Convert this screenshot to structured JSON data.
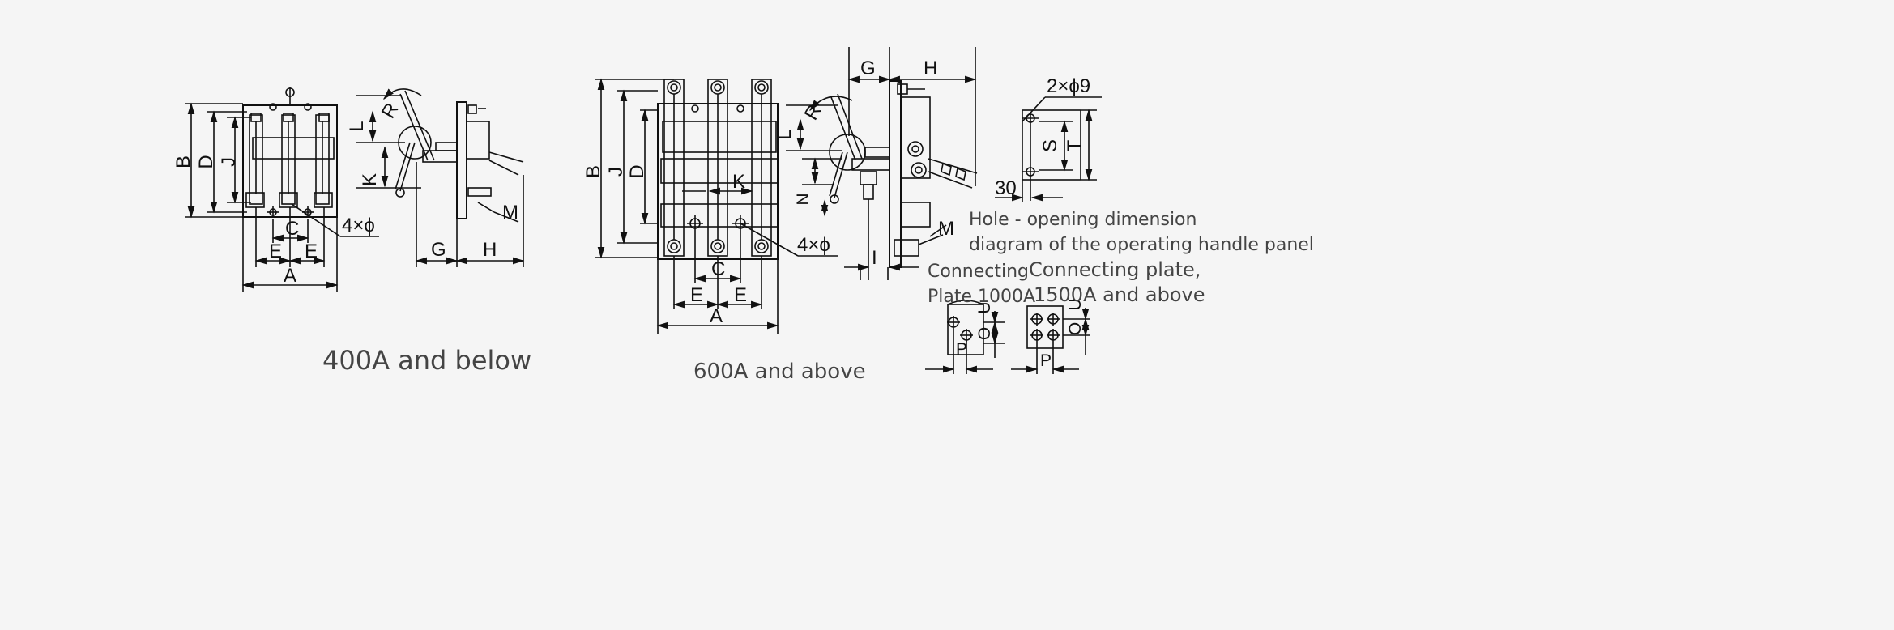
{
  "diagrams": {
    "small": {
      "caption": "400A and below",
      "labels": {
        "A": "A",
        "B": "B",
        "C": "C",
        "D": "D",
        "E1": "E",
        "E2": "E",
        "G": "G",
        "H": "H",
        "J": "J",
        "K": "K",
        "L": "L",
        "M": "M",
        "R": "R",
        "holes": "4×ϕ"
      }
    },
    "large": {
      "caption": "600A and above",
      "labels": {
        "A": "A",
        "B": "B",
        "C": "C",
        "D": "D",
        "E1": "E",
        "E2": "E",
        "G": "G",
        "H": "H",
        "I": "I",
        "J": "J",
        "K": "K",
        "L": "L",
        "M": "M",
        "N": "N",
        "R": "R",
        "holes": "4×ϕ"
      }
    },
    "panel": {
      "labels": {
        "holes": "2×ϕ9",
        "S": "S",
        "T": "T",
        "dim30": "30"
      },
      "note_line1": "Hole - opening dimension",
      "note_line2": "diagram of the operating handle panel"
    },
    "plate_1000": {
      "title_line1": "Connecting",
      "title_line2": "Plate 1000A",
      "labels": {
        "U": "U",
        "O": "O",
        "P": "P"
      }
    },
    "plate_1500": {
      "title_line1": "Connecting plate,",
      "title_line2": "1500A and above",
      "labels": {
        "U": "U",
        "O": "O",
        "P": "P"
      }
    }
  }
}
